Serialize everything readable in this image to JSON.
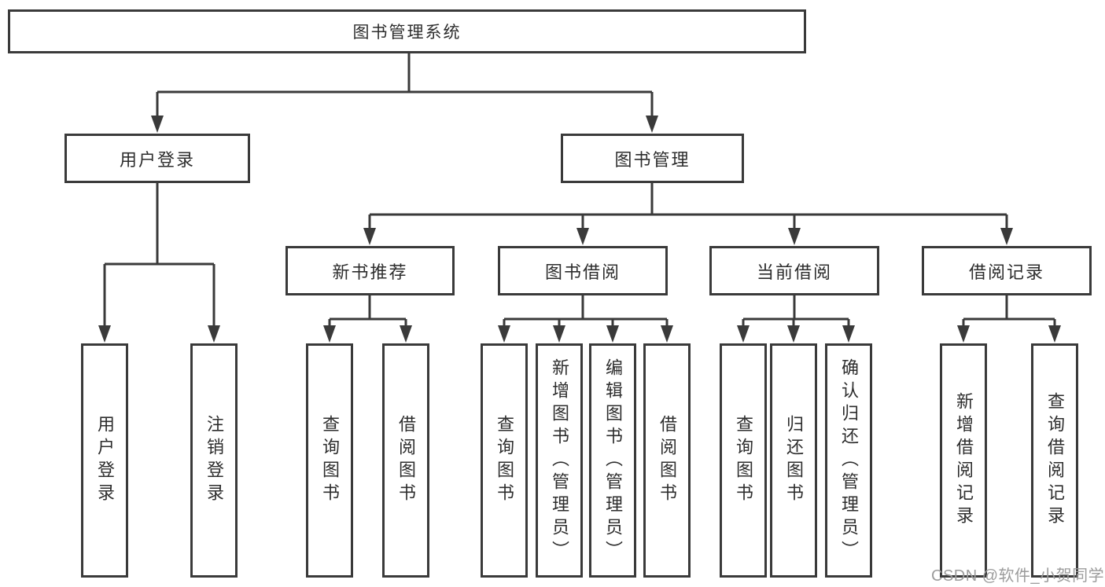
{
  "colors": {
    "line": "#3a3a3a",
    "box-border": "#3a3a3a",
    "box-bg": "#ffffff",
    "text": "#2d2d2d",
    "watermark": "#9c9c9c"
  },
  "diagram": {
    "root": {
      "label": "图书管理系统"
    },
    "level2": [
      {
        "label": "用户登录"
      },
      {
        "label": "图书管理"
      }
    ],
    "level3": [
      {
        "label": "新书推荐",
        "parent": "图书管理"
      },
      {
        "label": "图书借阅",
        "parent": "图书管理"
      },
      {
        "label": "当前借阅",
        "parent": "图书管理"
      },
      {
        "label": "借阅记录",
        "parent": "图书管理"
      }
    ],
    "level4": [
      {
        "label": "用户登录",
        "parent": "用户登录"
      },
      {
        "label": "注销登录",
        "parent": "用户登录"
      },
      {
        "label": "查询图书",
        "parent": "新书推荐"
      },
      {
        "label": "借阅图书",
        "parent": "新书推荐"
      },
      {
        "label": "查询图书",
        "parent": "图书借阅"
      },
      {
        "label": "新增图书（管理员）",
        "parent": "图书借阅"
      },
      {
        "label": "编辑图书（管理员）",
        "parent": "图书借阅"
      },
      {
        "label": "借阅图书",
        "parent": "图书借阅"
      },
      {
        "label": "查询图书",
        "parent": "当前借阅"
      },
      {
        "label": "归还图书",
        "parent": "当前借阅"
      },
      {
        "label": "确认归还（管理员）",
        "parent": "当前借阅"
      },
      {
        "label": "新增借阅记录",
        "parent": "借阅记录"
      },
      {
        "label": "查询借阅记录",
        "parent": "借阅记录"
      }
    ]
  },
  "watermark": {
    "text": "CSDN @软件_小贺同学"
  }
}
